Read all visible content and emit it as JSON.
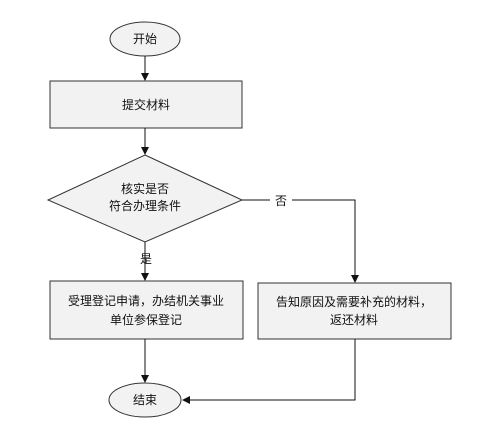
{
  "nodes": {
    "start": "开始",
    "submit": "提交材料",
    "decision": [
      "核实是否",
      "符合办理条件"
    ],
    "accept": [
      "受理登记申请，办结机关事业",
      "单位参保登记"
    ],
    "reject": [
      "告知原因及需要补充的材料，",
      "返还材料"
    ],
    "end": "结束"
  },
  "edges": {
    "yes": "是",
    "no": "否"
  },
  "colors": {
    "node_fill": "#f2f2f2",
    "stroke": "#333333",
    "arrow": "#111111"
  }
}
